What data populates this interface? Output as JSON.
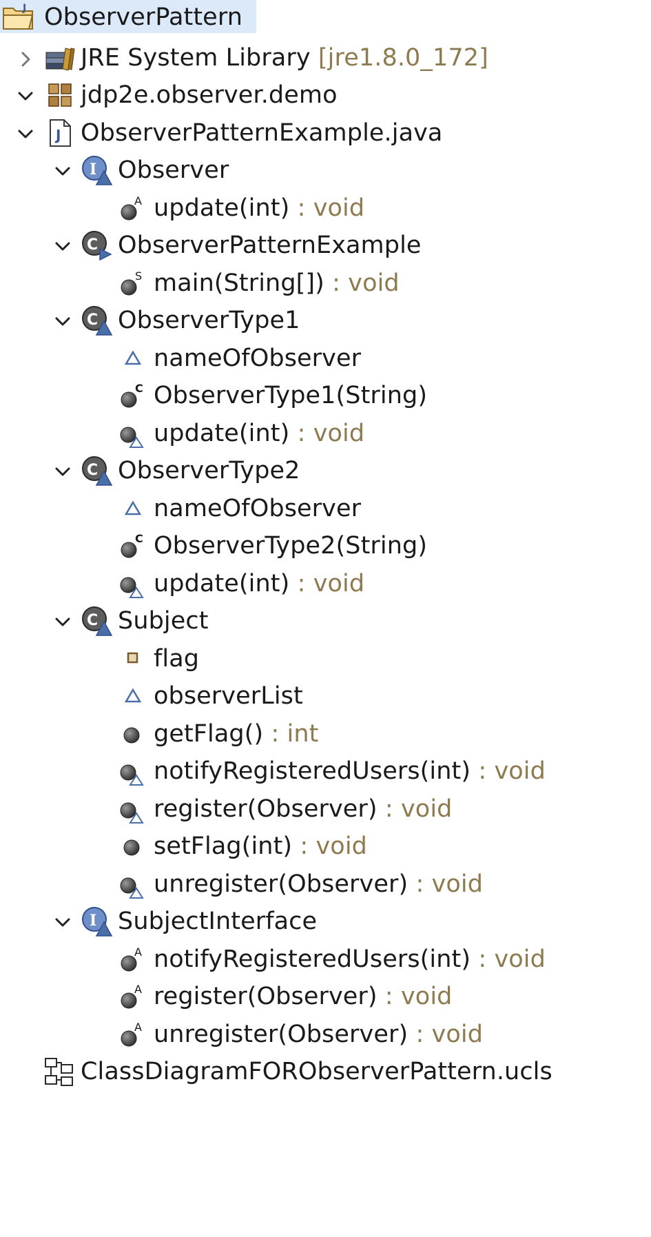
{
  "tree": [
    {
      "id": "project",
      "label": "ObserverPattern",
      "suffix": "",
      "icon": "project-folder-icon",
      "chevron": "none",
      "selected": true
    },
    {
      "id": "jre",
      "label": "JRE System Library",
      "suffix": " [jre1.8.0_172]",
      "icon": "library-icon",
      "chevron": "collapsed"
    },
    {
      "id": "package",
      "label": "jdp2e.observer.demo",
      "suffix": "",
      "icon": "package-icon",
      "chevron": "expanded"
    },
    {
      "id": "file",
      "label": "ObserverPatternExample.java",
      "suffix": "",
      "icon": "java-file-icon",
      "chevron": "expanded"
    },
    {
      "id": "iface-observer",
      "label": "Observer",
      "suffix": "",
      "icon": "interface-default-icon",
      "chevron": "expanded"
    },
    {
      "id": "m-observer-update",
      "label": "update(int)",
      "suffix": " : void",
      "icon": "abstract-method-icon",
      "chevron": "none"
    },
    {
      "id": "class-ope",
      "label": "ObserverPatternExample",
      "suffix": "",
      "icon": "class-main-icon",
      "chevron": "expanded"
    },
    {
      "id": "m-main",
      "label": "main(String[])",
      "suffix": " : void",
      "icon": "static-method-icon",
      "chevron": "none"
    },
    {
      "id": "class-ot1",
      "label": "ObserverType1",
      "suffix": "",
      "icon": "class-default-icon",
      "chevron": "expanded"
    },
    {
      "id": "f-ot1-name",
      "label": "nameOfObserver",
      "suffix": "",
      "icon": "default-field-icon",
      "chevron": "none"
    },
    {
      "id": "c-ot1",
      "label": "ObserverType1(String)",
      "suffix": "",
      "icon": "constructor-icon",
      "chevron": "none"
    },
    {
      "id": "m-ot1-update",
      "label": "update(int)",
      "suffix": " : void",
      "icon": "default-method-icon",
      "chevron": "none"
    },
    {
      "id": "class-ot2",
      "label": "ObserverType2",
      "suffix": "",
      "icon": "class-default-icon",
      "chevron": "expanded"
    },
    {
      "id": "f-ot2-name",
      "label": "nameOfObserver",
      "suffix": "",
      "icon": "default-field-icon",
      "chevron": "none"
    },
    {
      "id": "c-ot2",
      "label": "ObserverType2(String)",
      "suffix": "",
      "icon": "constructor-icon",
      "chevron": "none"
    },
    {
      "id": "m-ot2-update",
      "label": "update(int)",
      "suffix": " : void",
      "icon": "default-method-icon",
      "chevron": "none"
    },
    {
      "id": "class-subject",
      "label": "Subject",
      "suffix": "",
      "icon": "class-default-icon",
      "chevron": "expanded"
    },
    {
      "id": "f-flag",
      "label": "flag",
      "suffix": "",
      "icon": "private-field-icon",
      "chevron": "none"
    },
    {
      "id": "f-observerlist",
      "label": "observerList",
      "suffix": "",
      "icon": "default-field-icon",
      "chevron": "none"
    },
    {
      "id": "m-getflag",
      "label": "getFlag()",
      "suffix": " : int",
      "icon": "method-icon",
      "chevron": "none"
    },
    {
      "id": "m-notify",
      "label": "notifyRegisteredUsers(int)",
      "suffix": " : void",
      "icon": "default-method-icon",
      "chevron": "none"
    },
    {
      "id": "m-register",
      "label": "register(Observer)",
      "suffix": " : void",
      "icon": "default-method-icon",
      "chevron": "none"
    },
    {
      "id": "m-setflag",
      "label": "setFlag(int)",
      "suffix": " : void",
      "icon": "method-icon",
      "chevron": "none"
    },
    {
      "id": "m-unregister",
      "label": "unregister(Observer)",
      "suffix": " : void",
      "icon": "default-method-icon",
      "chevron": "none"
    },
    {
      "id": "iface-subject",
      "label": "SubjectInterface",
      "suffix": "",
      "icon": "interface-default-icon",
      "chevron": "expanded"
    },
    {
      "id": "m-si-notify",
      "label": "notifyRegisteredUsers(int)",
      "suffix": " : void",
      "icon": "abstract-method-icon",
      "chevron": "none"
    },
    {
      "id": "m-si-register",
      "label": "register(Observer)",
      "suffix": " : void",
      "icon": "abstract-method-icon",
      "chevron": "none"
    },
    {
      "id": "m-si-unregister",
      "label": "unregister(Observer)",
      "suffix": " : void",
      "icon": "abstract-method-icon",
      "chevron": "none"
    },
    {
      "id": "ucls",
      "label": "ClassDiagramFORObserverPattern.ucls",
      "suffix": "",
      "icon": "class-diagram-file-icon",
      "chevron": "none"
    }
  ],
  "colors": {
    "type_suffix": "#8e7a4f",
    "selection": "#dbe9f9",
    "icon_blue": "#4a6ea8",
    "icon_dark": "#3d3d3d"
  }
}
